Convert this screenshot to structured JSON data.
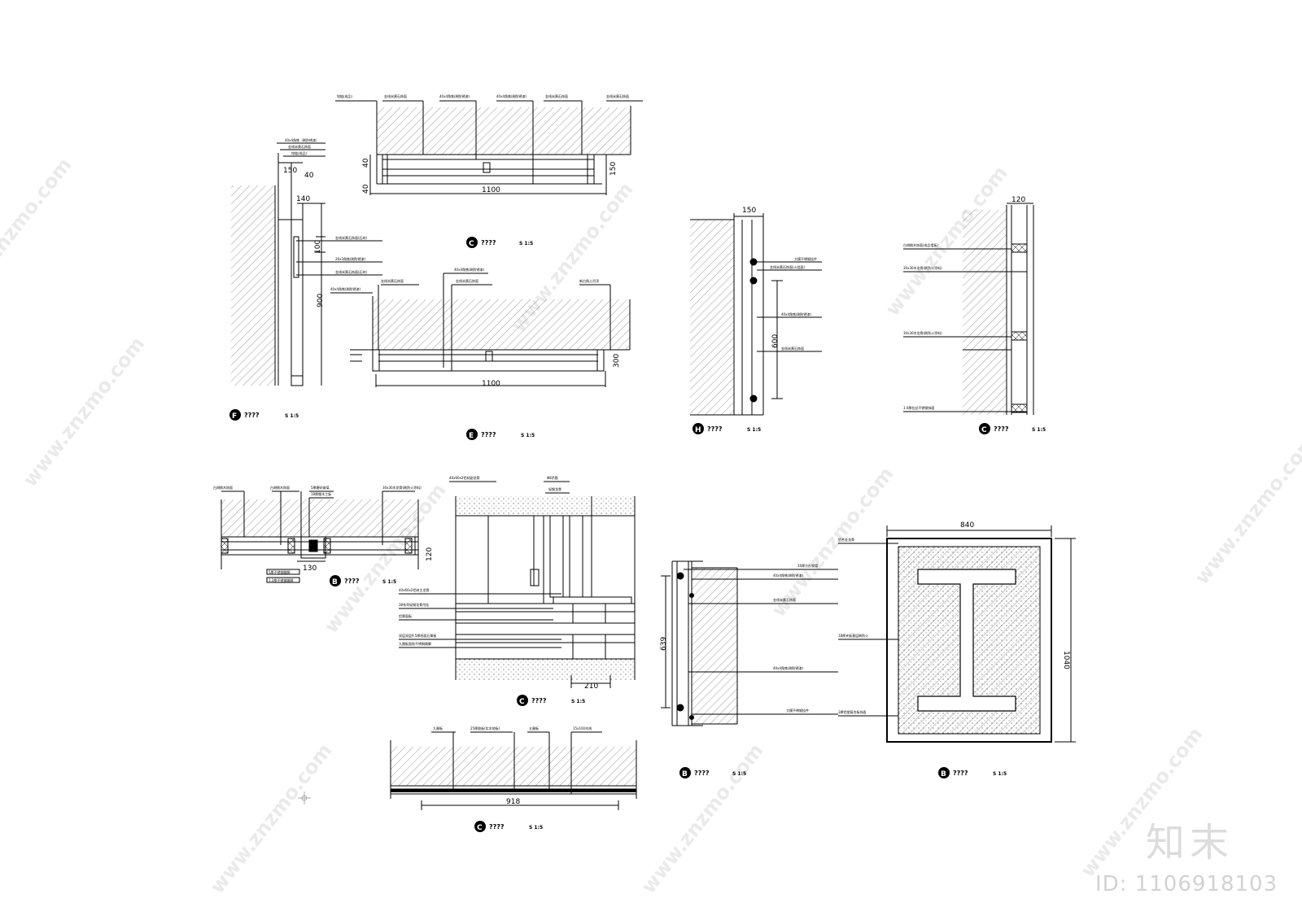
{
  "watermark": {
    "site": "www.znzmo.com",
    "brand": "知末",
    "id_text": "ID: 1106918103"
  },
  "details": [
    {
      "key": "F",
      "title": "????",
      "scale": "S 1:5",
      "dims": [
        "150",
        "40",
        "140",
        "100",
        "900"
      ],
      "labels": [
        "40x4角铁（刷防锈漆）",
        "金线米黄石饰面",
        "铰链(成品)",
        "金线米黄石饰面(石材)",
        "26x3角铁(刷防锈漆)",
        "金线米黄石饰面(石材)"
      ]
    },
    {
      "key": "C",
      "title": "????",
      "scale": "S 1:5",
      "dims": [
        "40",
        "40",
        "150",
        "1100"
      ],
      "labels": [
        "铰链(成品)",
        "金线米黄石饰面",
        "40x4角铁(刷防锈漆)",
        "40x4角铁(刷防锈漆)",
        "金线米黄石饰面",
        "金线米黄石饰面"
      ]
    },
    {
      "key": "E",
      "title": "????",
      "scale": "S 1:5",
      "dims": [
        "300",
        "1100"
      ],
      "labels": [
        "40x4角铁(刷防锈漆)",
        "金线米黄石饰面",
        "40x4角铁(刷防锈漆)",
        "金线米黄石饰面",
        "新白角土吊顶"
      ]
    },
    {
      "key": "H",
      "title": "????",
      "scale": "S 1:5",
      "dims": [
        "150",
        "600"
      ],
      "labels": [
        "大模不锈钢挂件",
        "金线米黄石饰面(火烧面)",
        "40x4角铁(刷防锈漆)",
        "金线米黄石饰面"
      ]
    },
    {
      "key": "C",
      "title": "????",
      "scale": "S 1:5",
      "dims": [
        "120"
      ],
      "labels": [
        "白胡桃木饰面(成品墙板)",
        "30x30木龙骨(刷防火涂料)",
        "30x30木龙骨(刷防火涂料)",
        "1.0厚拉丝不锈钢饰面"
      ]
    },
    {
      "key": "B",
      "title": "????",
      "scale": "S 1:5",
      "dims": [
        "130",
        "120"
      ],
      "labels": [
        "白胡桃木饰面",
        "白胡桃木饰面",
        "5厚磨砂玻璃",
        "18厚细木工板",
        "30x30木龙骨(刷防火涂料)",
        "5厚不锈钢踢脚",
        "1.2厚不锈钢踢脚"
      ]
    },
    {
      "key": "C",
      "title": "????",
      "scale": "S 1:5",
      "dims": [
        "210"
      ],
      "labels": [
        "40x60x2铝材副龙骨",
        "Φ8吊筋",
        "轻钢龙骨",
        "40x60x2铝材主龙骨",
        "38系列轻钢龙骨吊挂",
        "铝厚面板",
        "双层双层9.5厚纸面石膏板",
        "九厘板面贴不锈钢踢脚"
      ]
    },
    {
      "key": "B",
      "title": "????",
      "scale": "S 1:5",
      "dims": [
        "639"
      ],
      "labels": [
        "16厚方形钢管",
        "40x4角铁(刷防锈漆)",
        "金线米黄石饰面",
        "40x4角铁(刷防锈漆)",
        "大模不锈钢挂件"
      ]
    },
    {
      "key": "B",
      "title": "????",
      "scale": "S 1:5",
      "dims": [
        "840",
        "1040"
      ],
      "labels": [
        "铝合金龙骨",
        "18厚夹板基层刷防火",
        "3厚铝塑复合板饰面"
      ]
    },
    {
      "key": "C",
      "title": "????",
      "scale": "S 1:5",
      "dims": [
        "918"
      ],
      "labels": [
        "九厘板",
        "25厚胶板(实木地板)",
        "五厘板",
        "15x100木线"
      ]
    }
  ]
}
